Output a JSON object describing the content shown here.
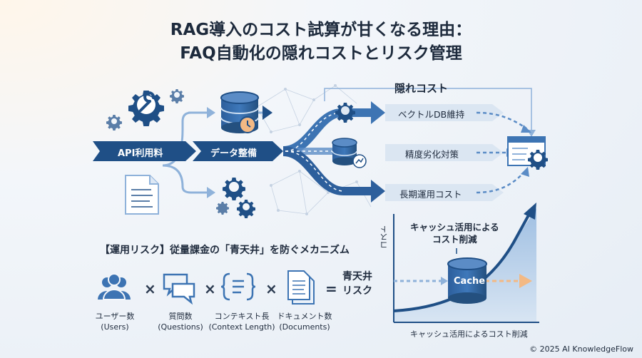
{
  "title": {
    "line1": "RAG導入のコスト試算が甘くなる理由：",
    "line2": "FAQ自動化の隠れコストとリスク管理"
  },
  "flow": {
    "api_label": "API利用料",
    "data_label": "データ整備",
    "hidden_cost_heading": "隠れコスト",
    "hidden_costs": [
      "ベクトルDB維持",
      "精度劣化対策",
      "長期運用コスト"
    ]
  },
  "risk": {
    "heading": "【運用リスク】従量課金の「青天井」を防ぐメカニズム",
    "factors": [
      {
        "label": "ユーザー数",
        "sub": "(Users)",
        "icon": "users-icon"
      },
      {
        "label": "質問数",
        "sub": "(Questions)",
        "icon": "chat-bubbles-icon"
      },
      {
        "label": "コンテキスト長",
        "sub": "(Context Length)",
        "icon": "brackets-icon"
      },
      {
        "label": "ドキュメント数",
        "sub": "(Documents)",
        "icon": "documents-icon"
      }
    ],
    "operator": "×",
    "equals": "=",
    "result_line1": "青天井",
    "result_line2": "リスク"
  },
  "chart": {
    "y_label": "コスト",
    "note_line1": "キャッシュ活用による",
    "note_line2": "コスト削減",
    "cache_label": "Cache",
    "x_caption": "キャッシュ活用によるコスト削減"
  },
  "colors": {
    "navy": "#1f4f86",
    "blue": "#3d74b3",
    "light_blue": "#8fb2da",
    "orange": "#f3b984"
  },
  "footer": {
    "copyright": "© 2025 AI KnowledgeFlow"
  }
}
